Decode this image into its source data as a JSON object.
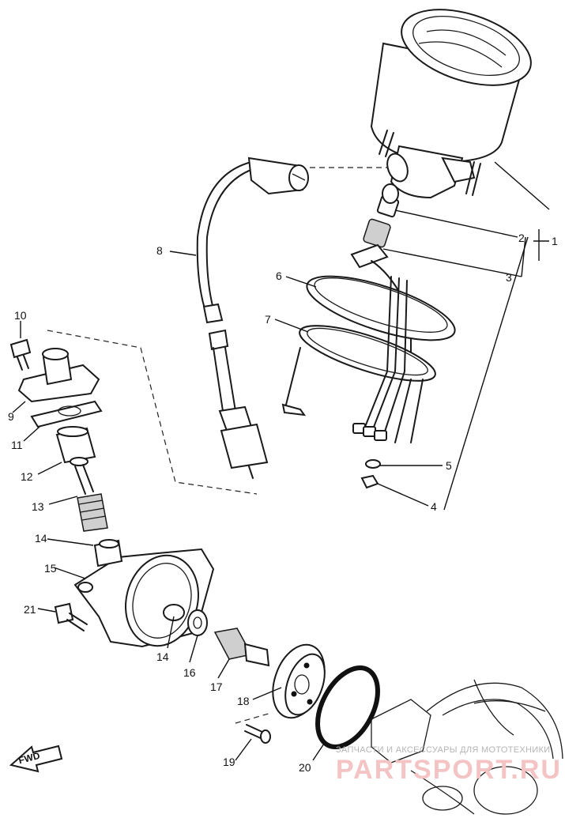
{
  "diagram": {
    "callouts": [
      {
        "id": "1",
        "label": "1"
      },
      {
        "id": "2",
        "label": "2"
      },
      {
        "id": "3",
        "label": "3"
      },
      {
        "id": "4",
        "label": "4"
      },
      {
        "id": "5",
        "label": "5"
      },
      {
        "id": "6",
        "label": "6"
      },
      {
        "id": "7",
        "label": "7"
      },
      {
        "id": "8",
        "label": "8"
      },
      {
        "id": "9",
        "label": "9"
      },
      {
        "id": "10",
        "label": "10"
      },
      {
        "id": "11",
        "label": "11"
      },
      {
        "id": "12",
        "label": "12"
      },
      {
        "id": "13",
        "label": "13"
      },
      {
        "id": "14a",
        "label": "14"
      },
      {
        "id": "14b",
        "label": "14"
      },
      {
        "id": "15",
        "label": "15"
      },
      {
        "id": "16",
        "label": "16"
      },
      {
        "id": "17",
        "label": "17"
      },
      {
        "id": "18",
        "label": "18"
      },
      {
        "id": "19",
        "label": "19"
      },
      {
        "id": "20",
        "label": "20"
      },
      {
        "id": "21",
        "label": "21"
      }
    ],
    "direction_label": "FWD"
  },
  "watermark": {
    "caption": "ЗАПЧАСТИ И АКСЕССУАРЫ ДЛЯ МОТОТЕХНИКИ",
    "brand": "PARTSPORT.RU"
  }
}
